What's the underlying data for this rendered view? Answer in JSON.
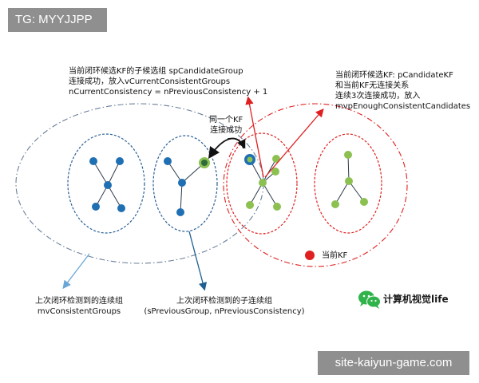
{
  "watermark": {
    "tag": "TG: MYYJJPP"
  },
  "annotations": {
    "top_left": "当前闭环候选KF的子候选组 spCandidateGroup\n连接成功，放入vCurrentConsistentGroups\nnCurrentConsistency = nPreviousConsistency + 1",
    "top_right": "当前闭环候选KF: pCandidateKF\n和当前KF无连接关系\n连续3次连接成功，放入\nmvpEnoughConsistentCandidates",
    "middle": "同一个KF\n连接成功",
    "bottom_left": "上次闭环检测到的连续组\nmvConsistentGroups",
    "bottom_middle": "上次闭环检测到的子连续组\n(sPreviousGroup, nPreviousConsistency)",
    "legend_label": "当前KF"
  },
  "brand": {
    "name": "计算机视觉life",
    "icon": "wechat-icon"
  },
  "footer": {
    "site": "site-kaiyun-game.com"
  },
  "colors": {
    "blue_node": "#1f6fb3",
    "green_node": "#8cc152",
    "red": "#e02020",
    "dark_blue_arrow": "#1f5f8f",
    "light_blue_arrow": "#6aa7d6"
  }
}
